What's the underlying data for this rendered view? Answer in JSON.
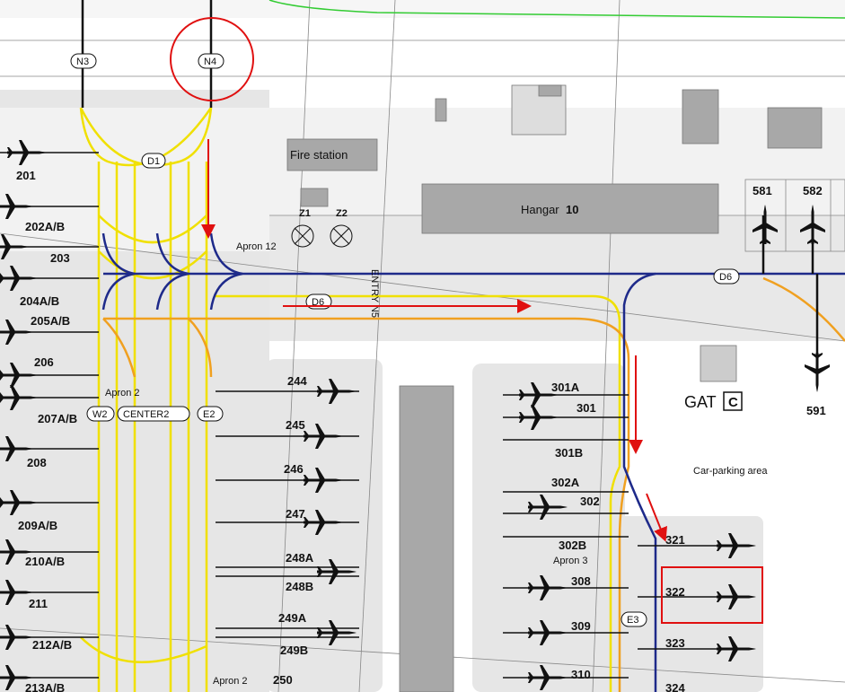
{
  "map": {
    "labels": {
      "fire_station": "Fire station",
      "hangar": "Hangar",
      "hangar_num": "10",
      "gat": "GAT",
      "gat_code": "C",
      "car_parking": "Car-parking area",
      "entry": "ENTRY N5",
      "apron_12": "Apron 12",
      "apron_2": "Apron 2",
      "apron_2_bottom": "Apron 2",
      "apron_3": "Apron 3"
    },
    "taxiway_markers": {
      "n3": "N3",
      "n4": "N4",
      "d1": "D1",
      "d6_center": "D6",
      "d6_right": "D6",
      "w2": "W2",
      "center2": "CENTER2",
      "e2": "E2",
      "e3": "E3",
      "z1": "Z1",
      "z2": "Z2"
    },
    "stands_left": [
      "201",
      "202A/B",
      "203",
      "204A/B",
      "205A/B",
      "206",
      "207A/B",
      "208",
      "209A/B",
      "210A/B",
      "211",
      "212A/B",
      "213A/B"
    ],
    "stands_mid": [
      "244",
      "245",
      "246",
      "247",
      "248A",
      "248B",
      "249A",
      "249B",
      "250"
    ],
    "stands_301": [
      "301A",
      "301",
      "301B",
      "302A",
      "302",
      "302B",
      "308",
      "309",
      "310"
    ],
    "stands_right": [
      "321",
      "322",
      "323",
      "324"
    ],
    "stands_top": [
      "581",
      "582",
      "591"
    ],
    "colors": {
      "yellow_line": "#f0e000",
      "orange_line": "#f0a020",
      "blue_line": "#1e2a8a",
      "green_line": "#33cc33",
      "red_annotation": "#e01010",
      "apron_gray": "#e6e6e6",
      "building_gray": "#a8a8a8"
    }
  }
}
